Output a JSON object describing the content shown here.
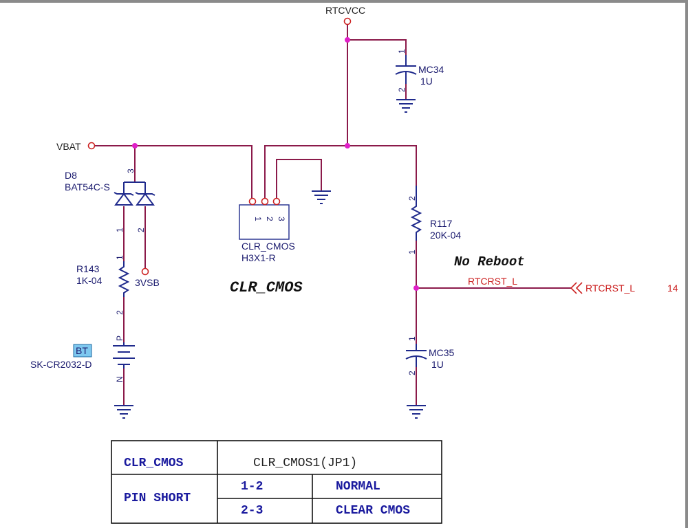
{
  "nets": {
    "rtcvcc": "RTCVCC",
    "vbat": "VBAT",
    "v3vsb": "3VSB",
    "rtcrst_wire": "RTCRST_L",
    "rtcrst_port": "RTCRST_L",
    "rtcrst_page": "14"
  },
  "parts": {
    "d8": {
      "ref": "D8",
      "value": "BAT54C-S",
      "pins": [
        "3",
        "1",
        "2"
      ]
    },
    "r143": {
      "ref": "R143",
      "value": "1K-04",
      "pins": [
        "1",
        "2"
      ]
    },
    "bt": {
      "ref": "BT",
      "value": "SK-CR2032-D",
      "pins": [
        "P",
        "N"
      ]
    },
    "jp": {
      "ref": "CLR_CMOS",
      "value": "H3X1-R",
      "pins": [
        "1",
        "2",
        "3"
      ]
    },
    "mc34": {
      "ref": "MC34",
      "value": "1U",
      "pins": [
        "1",
        "2"
      ]
    },
    "r117": {
      "ref": "R117",
      "value": "20K-04",
      "pins": [
        "2",
        "1"
      ]
    },
    "mc35": {
      "ref": "MC35",
      "value": "1U",
      "pins": [
        "1",
        "2"
      ]
    }
  },
  "notes": {
    "no_reboot": "No Reboot",
    "clr_cmos": "CLR_CMOS"
  },
  "table": {
    "header_left": "CLR_CMOS",
    "header_right": "CLR_CMOS1(JP1)",
    "row_label": "PIN SHORT",
    "rows": [
      {
        "pins": "1-2",
        "mode": "NORMAL"
      },
      {
        "pins": "2-3",
        "mode": "CLEAR CMOS"
      }
    ]
  }
}
